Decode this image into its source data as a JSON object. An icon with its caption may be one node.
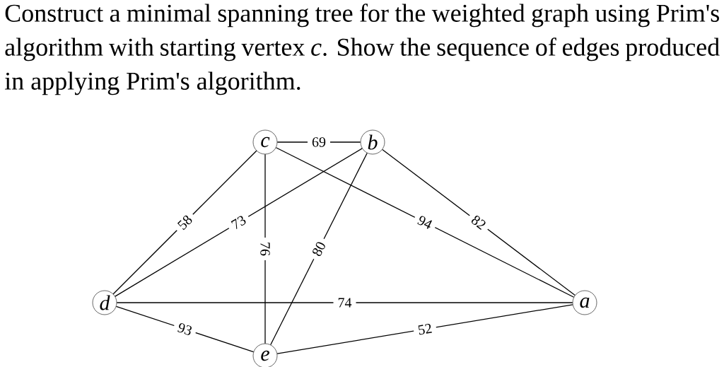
{
  "diagram": {
    "title": "Construct a minimal spanning tree for the weighted graph using Prim's algorithm with starting vertex *c*. Show the sequence of edges produced in applying Prim's algorithm.",
    "nodes": [
      {
        "text": [
          "c"
        ]
      },
      {
        "text": [
          "b"
        ]
      },
      {
        "text": [
          "d"
        ]
      },
      {
        "text": [
          "a"
        ]
      },
      {
        "text": [
          "e"
        ]
      }
    ],
    "edges": [
      {
        "from": 0,
        "to": 1,
        "arrow": "none",
        "label": "69"
      },
      {
        "from": 2,
        "to": 0,
        "arrow": "none",
        "label": "58"
      },
      {
        "from": 2,
        "to": 1,
        "arrow": "none",
        "label": "73"
      },
      {
        "from": 0,
        "to": 4,
        "arrow": "none",
        "label": "76"
      },
      {
        "from": 4,
        "to": 1,
        "arrow": "none",
        "label": "80"
      },
      {
        "from": 0,
        "to": 3,
        "arrow": "none",
        "label": "94"
      },
      {
        "from": 1,
        "to": 3,
        "arrow": "none",
        "label": "82"
      },
      {
        "from": 2,
        "to": 3,
        "arrow": "none",
        "label": "74"
      },
      {
        "from": 2,
        "to": 4,
        "arrow": "none",
        "label": "93"
      },
      {
        "from": 4,
        "to": 3,
        "arrow": "none",
        "label": "52"
      }
    ]
  }
}
